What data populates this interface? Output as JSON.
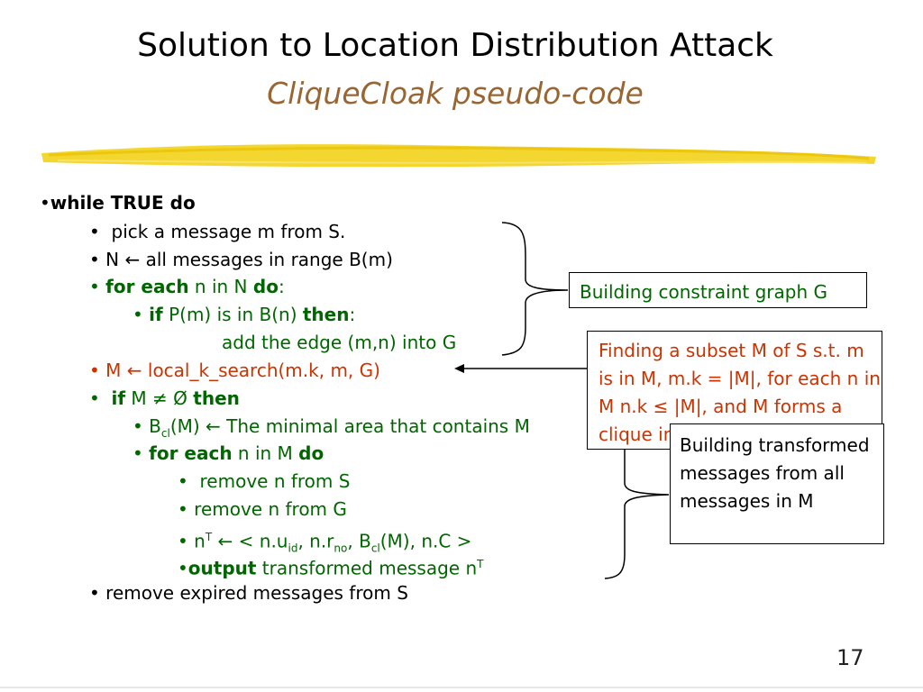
{
  "title": "Solution to Location Distribution Attack",
  "subtitle": "CliqueCloak pseudo-code",
  "colors": {
    "accent_red": "#cc3300",
    "accent_green": "#006600",
    "subtitle_brown": "#996633",
    "brush_yellow": "#f2d21a"
  },
  "code": {
    "l1_kw": "while TRUE do",
    "l2": "pick a message m from S.",
    "l3": "N ← all messages in range B(m)",
    "l4_kw1": "for each",
    "l4_mid": " n in N ",
    "l4_kw2": "do",
    "l4_end": ":",
    "l5_kw1": "if",
    "l5_mid": " P(m) is in B(n) ",
    "l5_kw2": "then",
    "l5_end": ":",
    "l6": "add the edge (m,n) into G",
    "l7": "M ← local_k_search(m.k, m, G)",
    "l8_kw1": "if",
    "l8_mid": " M ≠ Ø ",
    "l8_kw2": "then",
    "l9_a": "B",
    "l9_sub": "cl",
    "l9_b": "(M) ← The minimal area that contains M",
    "l10_kw1": "for each",
    "l10_mid": " n in M ",
    "l10_kw2": "do",
    "l11": "remove n from S",
    "l12": "remove n from G",
    "l13_a": "n",
    "l13_sup": "T",
    "l13_b": " ← < n.u",
    "l13_sub1": "id",
    "l13_c": ", n.r",
    "l13_sub2": "no",
    "l13_d": ", B",
    "l13_sub3": "cl",
    "l13_e": "(M), n.C >",
    "l14_kw": "output",
    "l14_b": " transformed message n",
    "l14_sup": "T",
    "l15": "remove expired messages from S",
    "bullet": "•"
  },
  "annotations": {
    "box1": "Building constraint graph G",
    "box2": "Finding a subset M of S s.t. m is in M, m.k = |M|, for each n in M n.k ≤ |M|, and M forms a clique in G.",
    "box3": "Building transformed messages from all messages in M"
  },
  "page_number": "17"
}
